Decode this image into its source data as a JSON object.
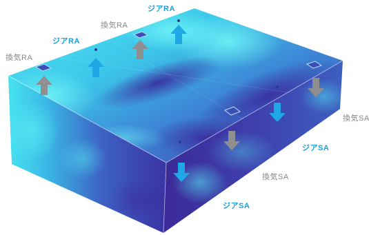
{
  "labels": {
    "exhaust_ra_1": "換気RA",
    "exhaust_ra_2": "換気RA",
    "gia_ra_1": "ジアRA",
    "gia_ra_2": "ジアRA",
    "exhaust_sa_1": "換気SA",
    "exhaust_sa_2": "換気SA",
    "gia_sa_1": "ジアSA",
    "gia_sa_2": "ジアSA"
  },
  "colors": {
    "gia_arrow": "#1ea8e6",
    "exhaust_arrow": "#8f8f8f",
    "gia_text": "#1aa0dc",
    "exhaust_text": "#888888",
    "cold": "#3a2a9c",
    "hot": "#48e8f2"
  },
  "icons": {
    "up_arrow": "up-arrow-icon",
    "down_arrow": "down-arrow-icon",
    "vent": "vent-icon"
  }
}
